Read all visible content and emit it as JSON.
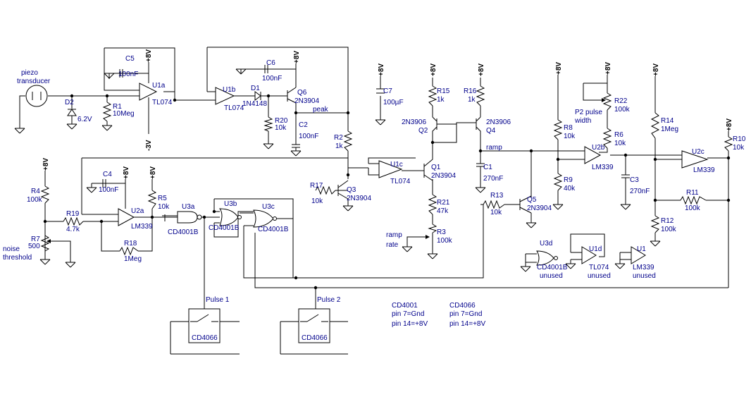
{
  "labels": {
    "piezo": "piezo",
    "transducer": "transducer",
    "d2": "D2",
    "d2v": "6.2V",
    "r1": "R1",
    "r1v": "10Meg",
    "c5": "C5",
    "c5v": "100nF",
    "u1a": "U1a",
    "tl074_1": "TL074",
    "u1b": "U1b",
    "tl074_2": "TL074",
    "d1": "D1",
    "d1v": "1N4148",
    "c6": "C6",
    "c6v": "100nF",
    "q6": "Q6",
    "q6v": "2N3904",
    "r20": "R20",
    "r20v": "10k",
    "c2": "C2",
    "c2v": "100nF",
    "peak": "peak",
    "r2": "R2",
    "r2v": "1k",
    "c7": "C7",
    "c7v": "100µF",
    "r15": "R15",
    "r15v": "1k",
    "r16": "R16",
    "r16v": "1k",
    "q2t": "2N3906",
    "q2": "Q2",
    "q4t": "2N3906",
    "q4": "Q4",
    "u1c": "U1c",
    "tl074_3": "TL074",
    "q1": "Q1",
    "q1v": "2N3904",
    "c1": "C1",
    "c1v": "270nF",
    "ramp": "ramp",
    "r17": "R17",
    "r17v": "10k",
    "q3": "Q3",
    "q3v": "2N3904",
    "r21": "R21",
    "r21v": "47k",
    "r3": "R3",
    "r3v": "100k",
    "ramp_rate1": "ramp",
    "ramp_rate2": "rate",
    "r13": "R13",
    "r13v": "10k",
    "q5": "Q5",
    "q5v": "2N3904",
    "r8": "R8",
    "r8v": "10k",
    "r9": "R9",
    "r9v": "40k",
    "r22": "R22",
    "r22v": "100k",
    "p2_1": "P2 pulse",
    "p2_2": "width",
    "r6": "R6",
    "r6v": "10k",
    "u2b": "U2b",
    "lm339_b": "LM339",
    "c3": "C3",
    "c3v": "270nF",
    "r14": "R14",
    "r14v": "1Meg",
    "r10": "R10",
    "r10v": "10k",
    "u2c": "U2c",
    "lm339_c": "LM339",
    "r11": "R11",
    "r11v": "100k",
    "r12": "R12",
    "r12v": "100k",
    "r4": "R4",
    "r4v": "100k",
    "r19": "R19",
    "r19v": "4.7k",
    "r7": "R7",
    "r7v": "500",
    "noise1": "noise",
    "noise2": "threshold",
    "c4": "C4",
    "c4v": "100nF",
    "u2a": "U2a",
    "lm339_a": "LM339",
    "r5": "R5",
    "r5v": "10k",
    "r18": "R18",
    "r18v": "1Meg",
    "u3a": "U3a",
    "cd4001_a": "CD4001B",
    "u3b": "U3b",
    "cd4001_b": "CD4001B",
    "u3c": "U3c",
    "cd4001_c": "CD4001B",
    "u3d": "U3d",
    "cd4001_d": "CD4001B",
    "unused1": "unused",
    "u1d": "U1d",
    "tl074_d": "TL074",
    "unused2": "unused",
    "u1": "U1",
    "lm339_u1": "LM339",
    "unused3": "unused",
    "pulse1": "Pulse 1",
    "pulse2": "Pulse 2",
    "cd4066_1": "CD4066",
    "cd4066_2": "CD4066",
    "note1_a": "CD4001",
    "note1_b": "pin 7=Gnd",
    "note1_c": "pin 14=+8V",
    "note2_a": "CD4066",
    "note2_b": "pin 7=Gnd",
    "note2_c": "pin 14=+8V"
  },
  "rails": {
    "p8v": "+8V",
    "m3v": "-3V"
  }
}
